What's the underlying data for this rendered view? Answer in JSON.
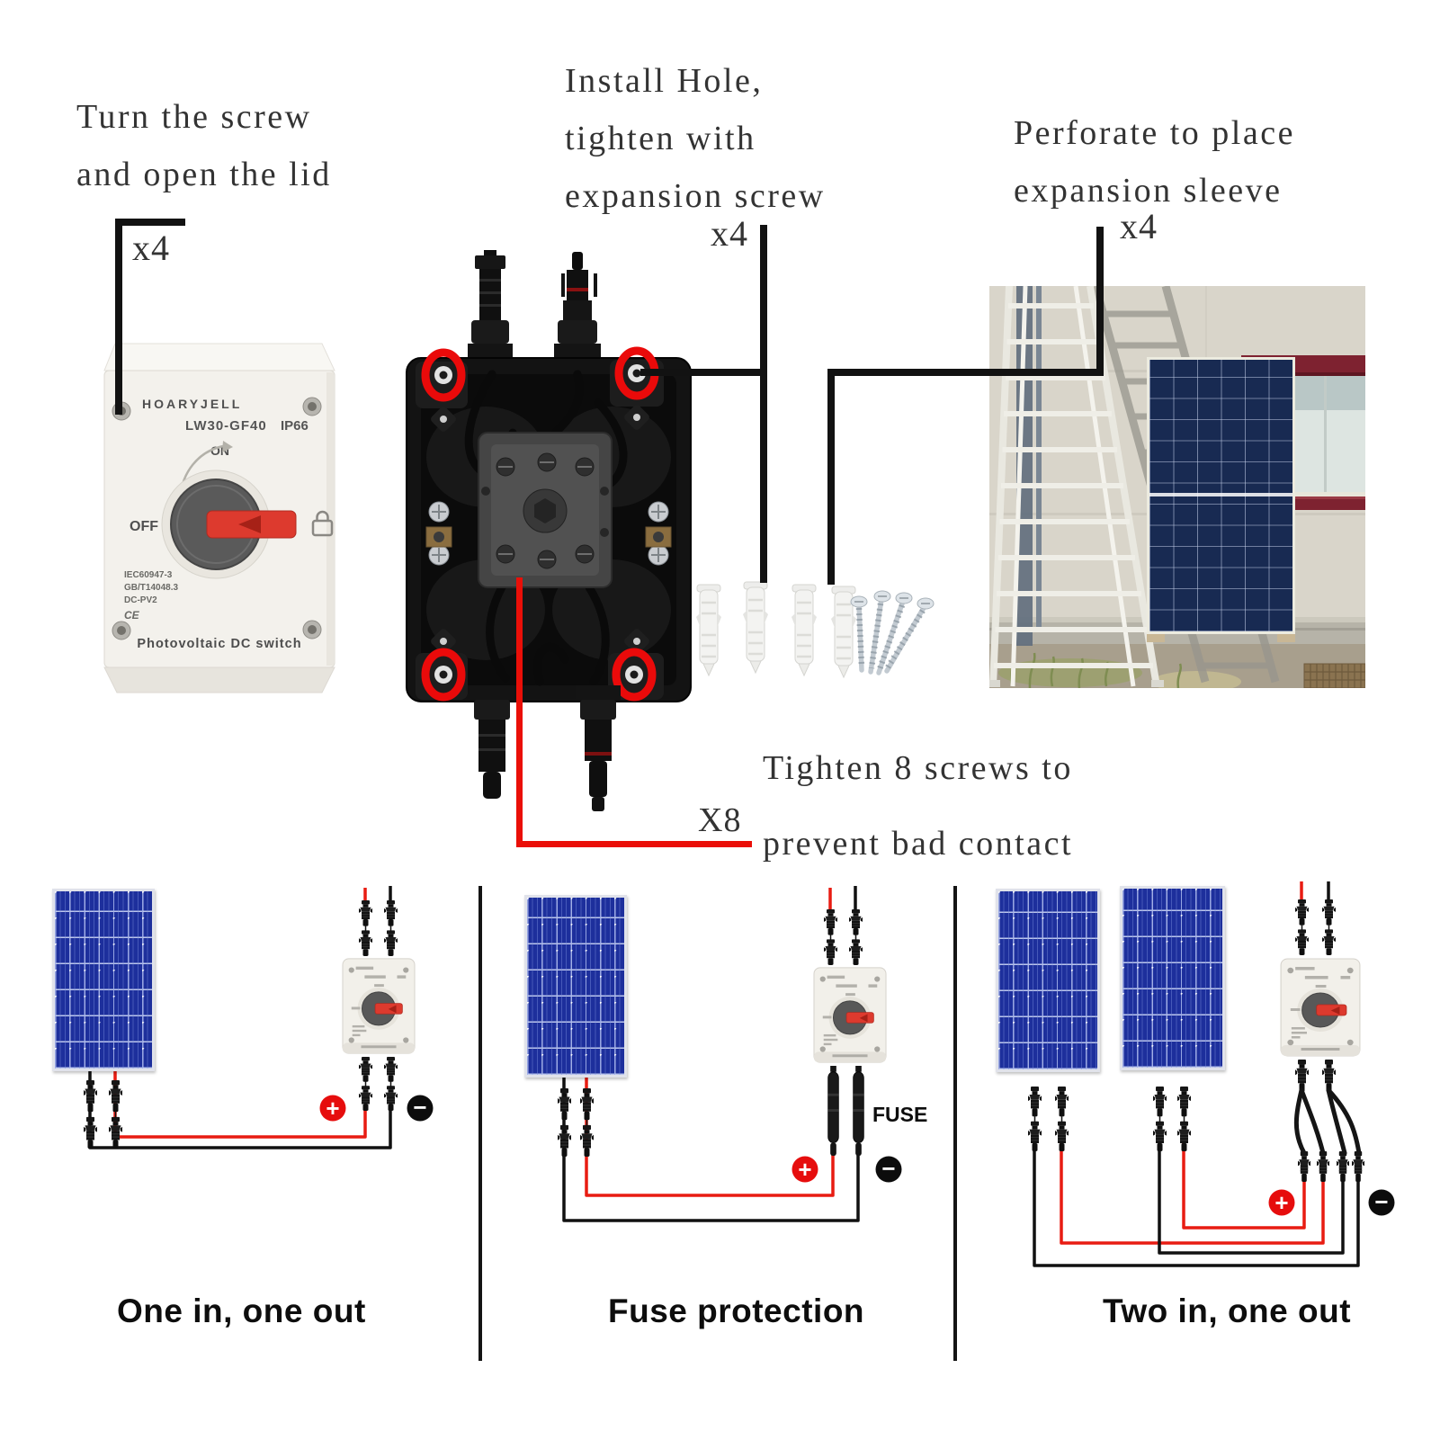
{
  "annotations": {
    "turn_screw": {
      "line1": "Turn the screw",
      "line2": "and open the lid",
      "qty": "x4"
    },
    "install_hole": {
      "line1": "Install Hole,",
      "line2": "tighten with",
      "line3": "expansion screw",
      "qty": "x4"
    },
    "perforate": {
      "line1": "Perforate to place",
      "line2": "expansion sleeve",
      "qty": "x4"
    },
    "tighten_screws": {
      "line1": "Tighten 8 screws to",
      "line2": "prevent bad contact",
      "qty": "X8"
    }
  },
  "dc_switch": {
    "brand": "HOARYJELL",
    "model": "LW30-GF40",
    "rating": "IP66",
    "on_label": "ON",
    "off_label": "OFF",
    "certifications": [
      "IEC60947-3",
      "GB/T14048.3",
      "DC-PV2"
    ],
    "ce_mark": "CE",
    "product_name": "Photovoltaic DC switch"
  },
  "diagrams": {
    "one": {
      "caption": "One in, one out"
    },
    "fuse": {
      "caption": "Fuse protection",
      "fuse_label": "FUSE"
    },
    "two": {
      "caption": "Two in, one out"
    }
  },
  "polarity": {
    "plus": "+",
    "minus": "−"
  },
  "colors": {
    "annotation_red": "#ea0f08",
    "highlight_ring_red": "#ea0a0a",
    "wire_red": "#e81c12",
    "wire_black": "#111111",
    "panel_blue": "#1d2f9c",
    "switch_handle_red": "#dd3a2e",
    "window_maroon": "#7e2230"
  }
}
